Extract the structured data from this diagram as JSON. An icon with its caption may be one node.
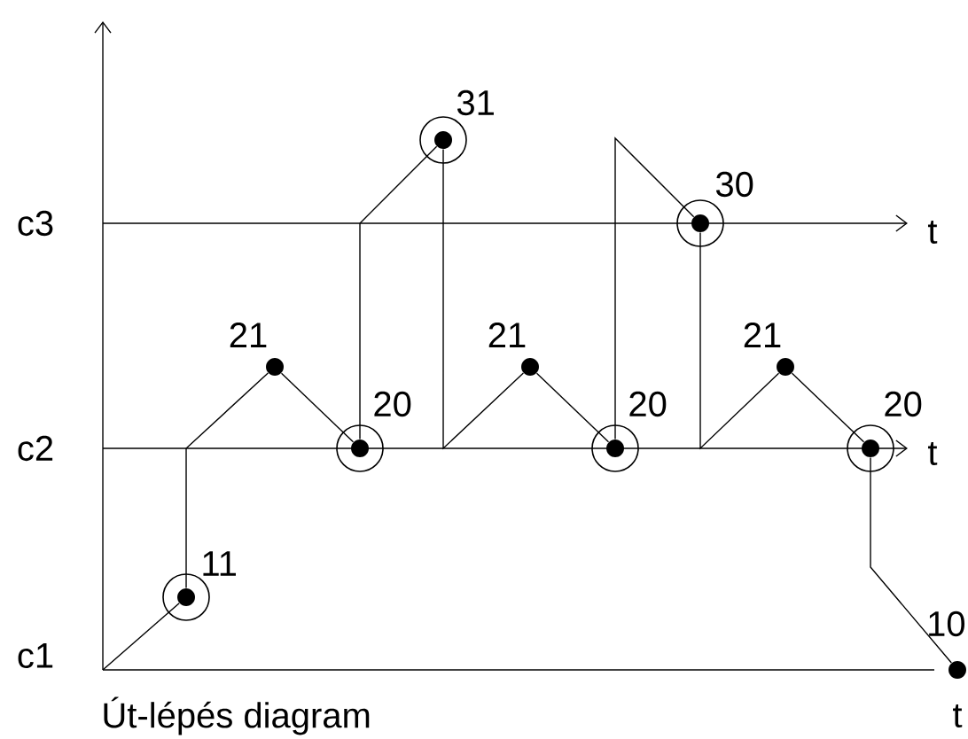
{
  "diagram": {
    "caption": "Út-lépés diagram",
    "nodes": [
      {
        "text": [],
        "shape": "circle",
        "beside": [
          "11"
        ]
      },
      {
        "text": [],
        "shape": "dot",
        "beside": [
          "21"
        ]
      },
      {
        "text": [],
        "shape": "circle",
        "beside": [
          "20"
        ]
      },
      {
        "text": [],
        "shape": "circle",
        "beside": [
          "31"
        ]
      },
      {
        "text": [],
        "shape": "dot",
        "beside": [
          "21"
        ]
      },
      {
        "text": [],
        "shape": "circle",
        "beside": [
          "20"
        ]
      },
      {
        "text": [],
        "shape": "circle",
        "beside": [
          "30"
        ]
      },
      {
        "text": [],
        "shape": "dot",
        "beside": [
          "21"
        ]
      },
      {
        "text": [],
        "shape": "circle",
        "beside": [
          "20"
        ]
      },
      {
        "text": [],
        "shape": "dot",
        "beside": [
          "10"
        ]
      }
    ],
    "edges": [
      {
        "from": null,
        "to": 0,
        "arrow": "none"
      },
      {
        "from": 0,
        "to": 1,
        "arrow": "none"
      },
      {
        "from": 1,
        "to": 2,
        "arrow": "none"
      },
      {
        "from": 2,
        "to": 3,
        "arrow": "none"
      },
      {
        "from": 3,
        "to": 4,
        "arrow": "none"
      },
      {
        "from": 4,
        "to": 5,
        "arrow": "none"
      },
      {
        "from": 5,
        "to": 6,
        "arrow": "none"
      },
      {
        "from": 6,
        "to": 7,
        "arrow": "none"
      },
      {
        "from": 7,
        "to": 8,
        "arrow": "none"
      },
      {
        "from": 8,
        "to": 9,
        "arrow": "none"
      }
    ],
    "labels": [
      "c3",
      "t",
      "c2",
      "t",
      "c1",
      "t"
    ]
  }
}
